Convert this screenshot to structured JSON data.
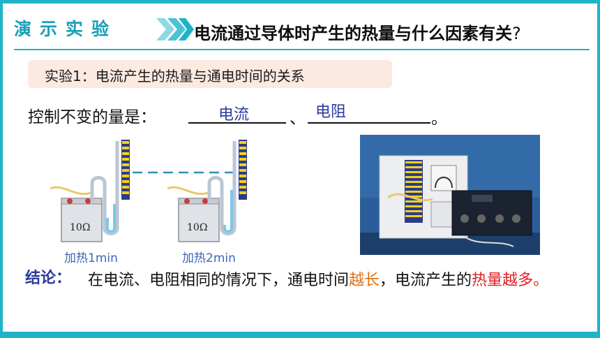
{
  "header": {
    "tag": "演示实验",
    "title": "电流通过导体时产生的热量与什么因素有关",
    "title_q": "?"
  },
  "subtitle": "实验1：电流产生的热量与通电时间的关系",
  "control": {
    "label": "控制不变的量是：",
    "answer1": "电流",
    "sep": "、",
    "answer2": "电阻",
    "period": "。"
  },
  "apparatus": {
    "resistor1": "10Ω",
    "resistor2": "10Ω",
    "caption1": "加热1min",
    "caption2": "加热2min"
  },
  "conclusion": {
    "label": "结论：",
    "text_a": "在电流、电阻相同的情况下，通电时间",
    "highlight1": "越长",
    "text_b": "，电流产生的",
    "highlight2": "热量越多",
    "text_c": "。"
  },
  "colors": {
    "frame": "#1fb3c8",
    "accent_blue": "#2a3a9c",
    "caption_blue": "#3b66b6",
    "highlight_orange": "#e07010",
    "highlight_red": "#e01e1e",
    "subtitle_bg": "#fce9e0"
  }
}
